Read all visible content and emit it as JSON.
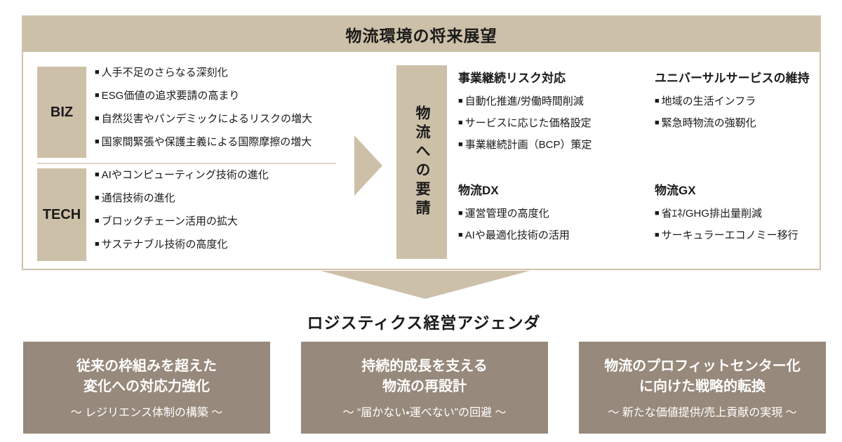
{
  "icons": {
    "bullet": "■"
  },
  "colors": {
    "beige": "#cdc0a8",
    "panel_border": "#cfc3ae",
    "divider": "#ddd3bf",
    "agenda_brown": "#97897b",
    "text": "#1a1a1a",
    "agenda_text": "#ffffff"
  },
  "panel": {
    "title": "物流環境の将来展望",
    "biz": {
      "label": "BIZ",
      "items": [
        "人手不足のさらなる深刻化",
        "ESG価値の追求要請の高まり",
        "自然災害やパンデミックによるリスクの増大",
        "国家間緊張や保護主義による国際摩擦の増大"
      ]
    },
    "tech": {
      "label": "TECH",
      "items": [
        "AIやコンピューティング技術の進化",
        "通信技術の進化",
        "ブロックチェーン活用の拡大",
        "サステナブル技術の高度化"
      ]
    },
    "demand_label": "物流への要請",
    "groups": [
      {
        "title": "事業継続リスク対応",
        "items": [
          "自動化推進/労働時間削減",
          "サービスに応じた価格設定",
          "事業継続計画（BCP）策定"
        ]
      },
      {
        "title": "ユニバーサルサービスの維持",
        "items": [
          "地域の生活インフラ",
          "緊急時物流の強靭化"
        ]
      },
      {
        "title": "物流DX",
        "items": [
          "運営管理の高度化",
          "AIや最適化技術の活用"
        ]
      },
      {
        "title": "物流GX",
        "items": [
          "省ｴﾈ/GHG排出量削減",
          "サーキュラーエコノミー移行"
        ]
      }
    ]
  },
  "agenda": {
    "title": "ロジスティクス経営アジェンダ",
    "boxes": [
      {
        "line1": "従来の枠組みを超えた",
        "line2": "変化への対応力強化",
        "sub": "～ レジリエンス体制の構築 ～"
      },
      {
        "line1": "持続的成長を支える",
        "line2": "物流の再設計",
        "sub": "～ “届かない・運べない”の回避 ～"
      },
      {
        "line1": "物流のプロフィットセンター化",
        "line2": "に向けた戦略的転換",
        "sub": "～ 新たな価値提供/売上貢献の実現 ～"
      }
    ]
  }
}
